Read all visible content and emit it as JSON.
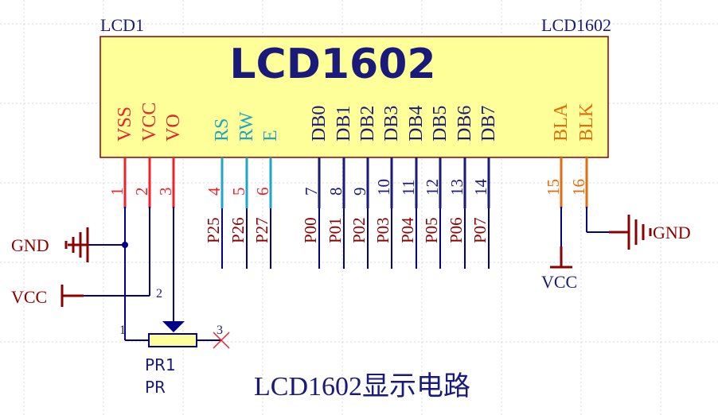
{
  "designator": "LCD1",
  "part_value": "LCD1602",
  "chip_title": "LCD1602",
  "pins": [
    {
      "name": "VSS",
      "num": "1",
      "group": "power"
    },
    {
      "name": "VCC",
      "num": "2",
      "group": "power"
    },
    {
      "name": "VO",
      "num": "3",
      "group": "power"
    },
    {
      "name": "RS",
      "num": "4",
      "group": "ctrl"
    },
    {
      "name": "RW",
      "num": "5",
      "group": "ctrl"
    },
    {
      "name": "E",
      "num": "6",
      "group": "ctrl"
    },
    {
      "name": "DB0",
      "num": "7",
      "group": "data"
    },
    {
      "name": "DB1",
      "num": "8",
      "group": "data"
    },
    {
      "name": "DB2",
      "num": "9",
      "group": "data"
    },
    {
      "name": "DB3",
      "num": "10",
      "group": "data"
    },
    {
      "name": "DB4",
      "num": "11",
      "group": "data"
    },
    {
      "name": "DB5",
      "num": "12",
      "group": "data"
    },
    {
      "name": "DB6",
      "num": "13",
      "group": "data"
    },
    {
      "name": "DB7",
      "num": "14",
      "group": "data"
    },
    {
      "name": "BLA",
      "num": "15",
      "group": "backlight"
    },
    {
      "name": "BLK",
      "num": "16",
      "group": "backlight"
    }
  ],
  "net_labels": [
    "P25",
    "P26",
    "P27",
    "P00",
    "P01",
    "P02",
    "P03",
    "P04",
    "P05",
    "P06",
    "P07"
  ],
  "power_labels": {
    "gnd_left": "GND",
    "vcc_left": "VCC",
    "vcc_right": "VCC",
    "gnd_right": "GND"
  },
  "pot": {
    "designator": "PR1",
    "value": "PR",
    "pin1": "1",
    "pin2": "2",
    "pin3": "3"
  },
  "caption": "LCD1602显示电路",
  "colors": {
    "chip_fill": "#ffff99",
    "chip_border": "#8b0000",
    "title": "#1a1a7a",
    "power_pin": "#e8242c",
    "ctrl_pin": "#1fa5c6",
    "data_pin": "#1a1a7a",
    "backlight_pin": "#e46c0a",
    "wire": "#00008b",
    "net_label": "#8b0000",
    "pin_number": "#e8242c",
    "caption": "#1a1a7a"
  }
}
